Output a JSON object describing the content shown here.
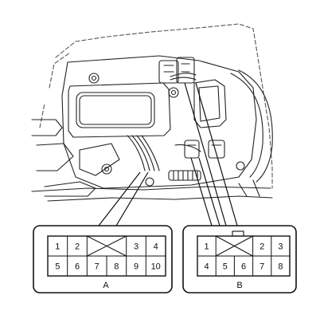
{
  "connector_a": {
    "label": "A",
    "pins_top": [
      "1",
      "2",
      "3",
      "4"
    ],
    "pins_bottom": [
      "5",
      "6",
      "7",
      "8",
      "9",
      "10"
    ]
  },
  "connector_b": {
    "label": "B",
    "pins_top": [
      "1",
      "2",
      "3"
    ],
    "pins_bottom": [
      "4",
      "5",
      "6",
      "7",
      "8"
    ]
  }
}
